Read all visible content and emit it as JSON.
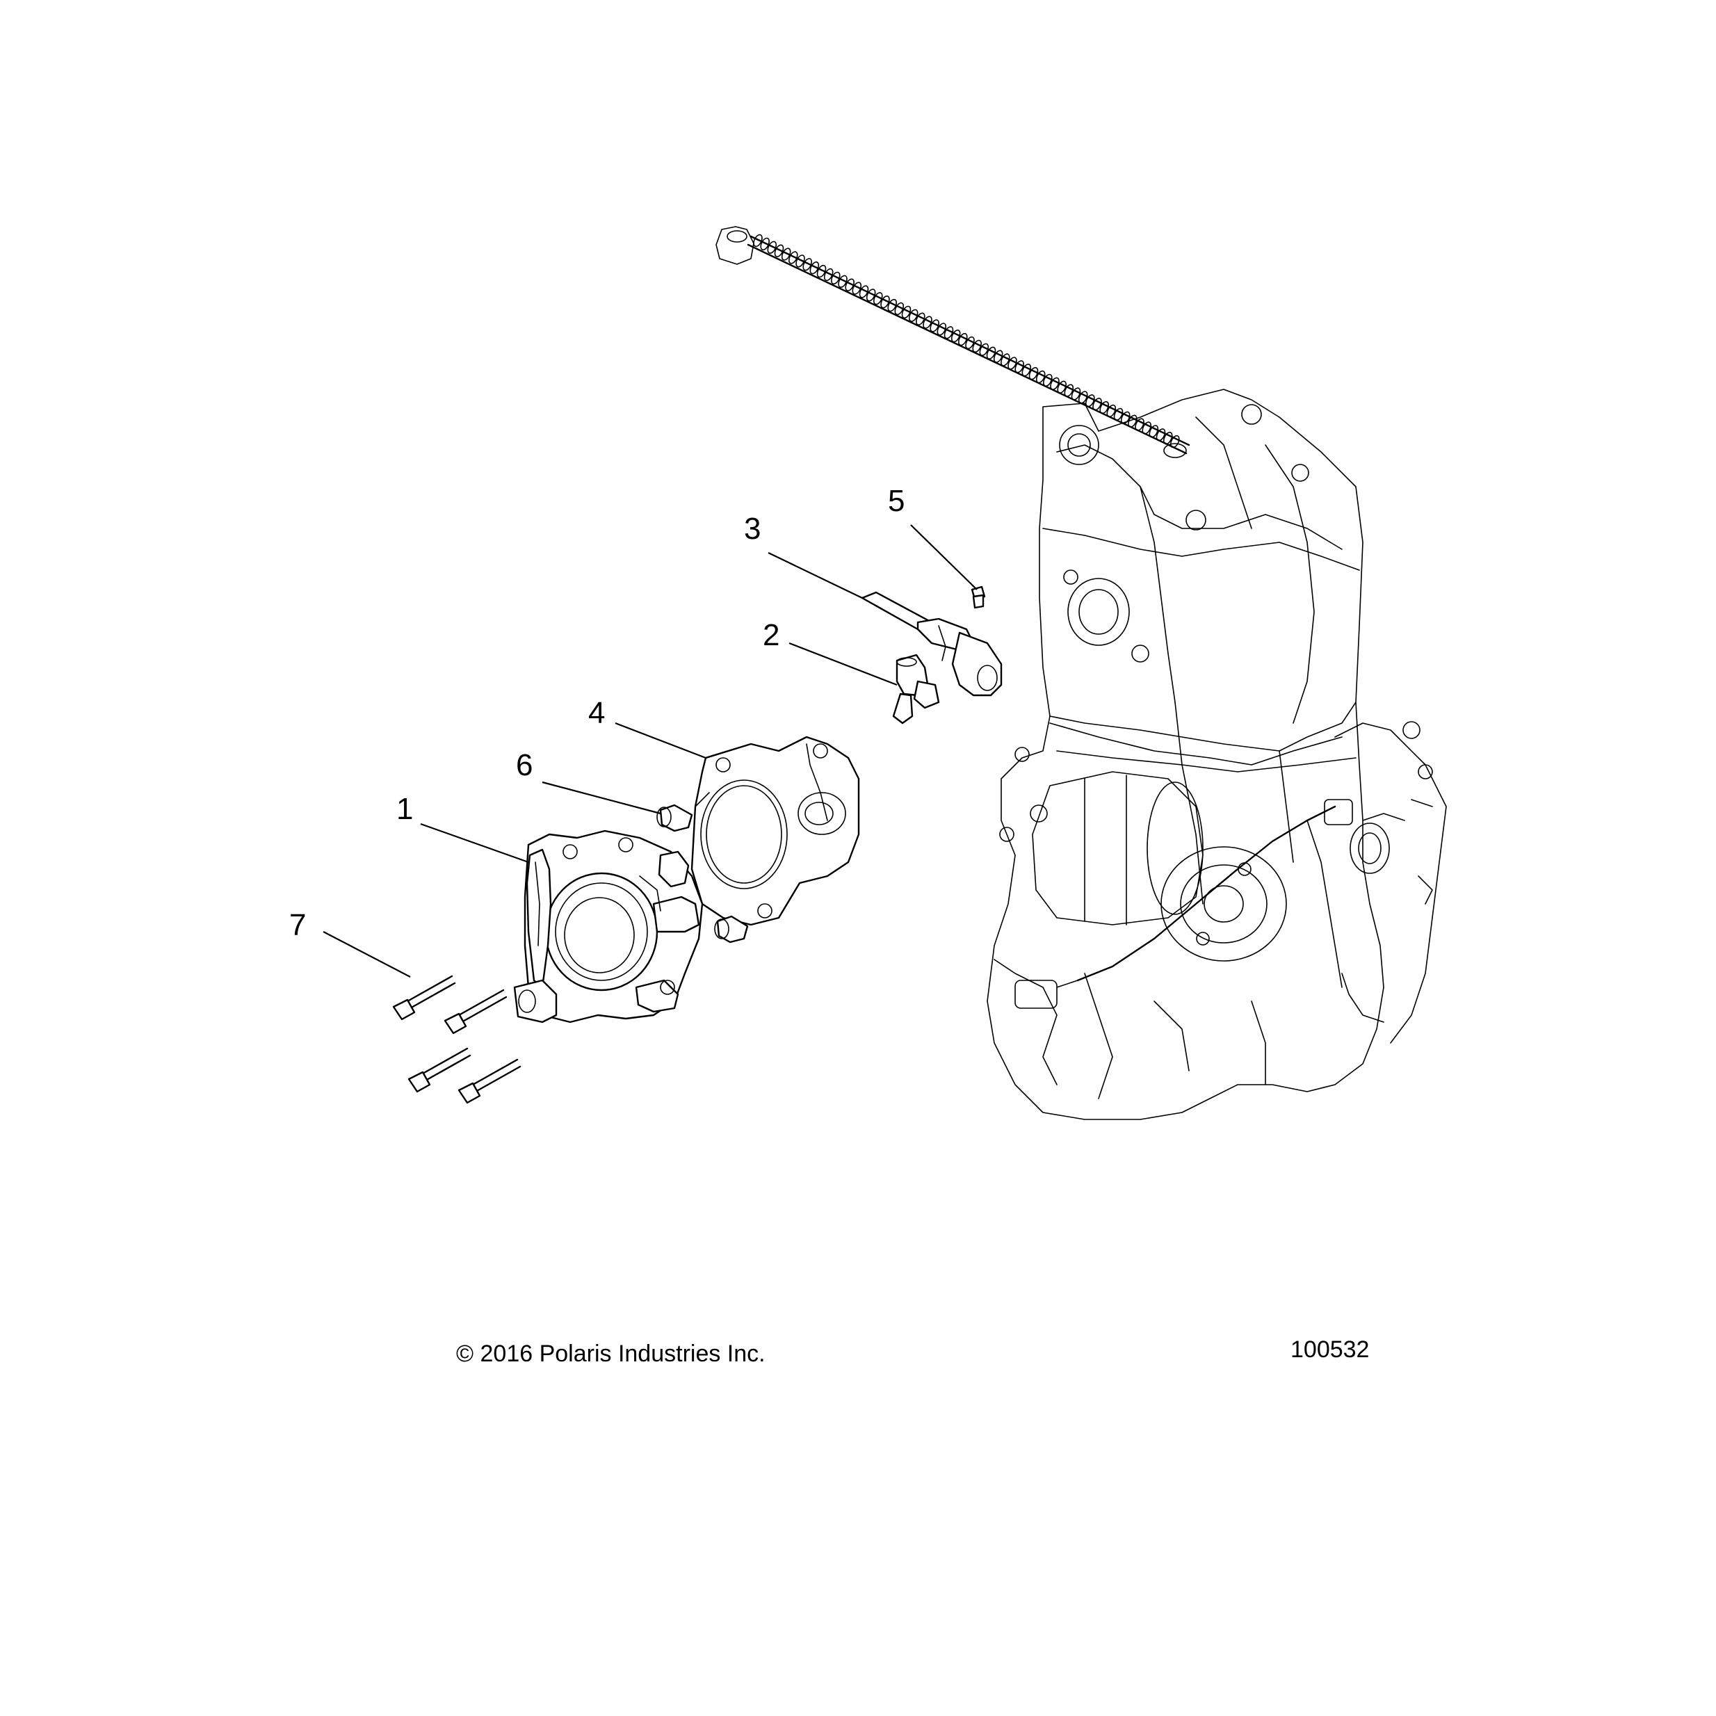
{
  "callouts": [
    {
      "id": "1",
      "label": "1"
    },
    {
      "id": "2",
      "label": "2"
    },
    {
      "id": "3",
      "label": "3"
    },
    {
      "id": "4",
      "label": "4"
    },
    {
      "id": "5",
      "label": "5"
    },
    {
      "id": "6",
      "label": "6"
    },
    {
      "id": "7",
      "label": "7"
    }
  ],
  "footer": {
    "copyright": "© 2016 Polaris Industries Inc.",
    "diagram_number": "100532"
  }
}
